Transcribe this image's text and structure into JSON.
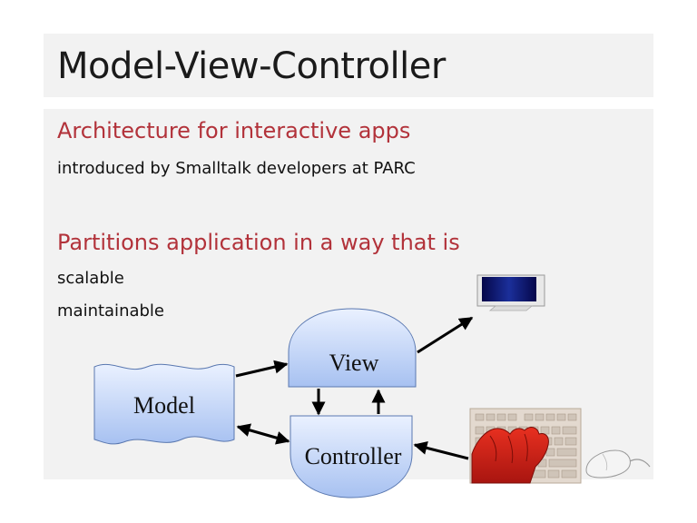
{
  "slide": {
    "title": "Model-View-Controller",
    "heading1": "Architecture for interactive apps",
    "bullet1": "introduced by Smalltalk developers at PARC",
    "heading2": "Partitions application in a way that is",
    "bullet2": "scalable",
    "bullet3": "maintainable"
  },
  "diagram": {
    "model_label": "Model",
    "view_label": "View",
    "controller_label": "Controller",
    "icons": [
      "monitor-icon",
      "keyboard-icon",
      "hand-icon",
      "mouse-icon"
    ]
  },
  "colors": {
    "heading": "#b2323a",
    "panel": "#f2f2f2",
    "shape_fill_top": "#e6efff",
    "shape_fill_bottom": "#a9c3f2",
    "arrow": "#000000"
  }
}
